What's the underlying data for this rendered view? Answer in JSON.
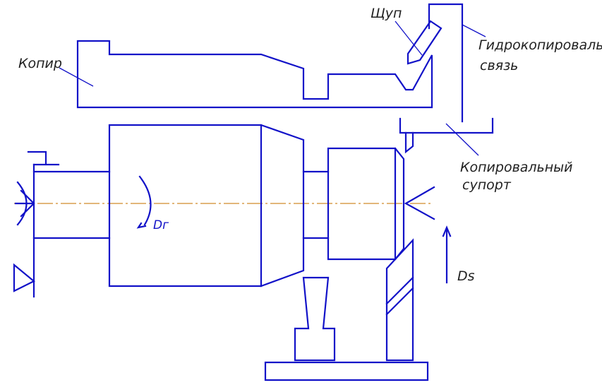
{
  "labels": {
    "kopir": "Копир",
    "shchup": "Щуп",
    "hydro_line1": "Гидрокопировальня",
    "hydro_line2": "связь",
    "support_line1": "Копировальный",
    "support_line2": "супорт",
    "rotation": "Dг",
    "feed": "Ds"
  },
  "colors": {
    "lines": "#1212c8",
    "axis": "#d08a2a",
    "text": "#222222"
  }
}
